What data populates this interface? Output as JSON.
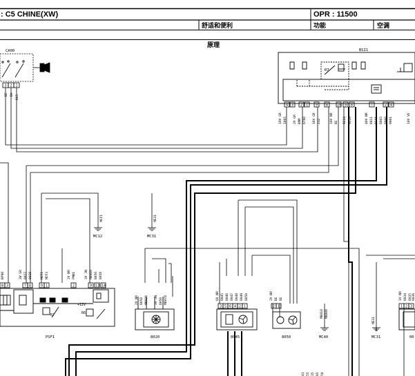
{
  "header": {
    "vehicle": ": C5 CHINE(XW)",
    "opr": "OPR : 11500",
    "category": "舒适和便利",
    "function_label": "功能",
    "function_value": "空调",
    "section": "原理"
  },
  "components": {
    "ca00": {
      "name": "CA00",
      "pins": [
        "3",
        "2",
        "1"
      ],
      "wires": [
        "BE",
        "BA",
        "B65"
      ]
    },
    "bsi1": {
      "name": "BSI1",
      "pins": [
        "4",
        "3",
        "2",
        "1",
        "9",
        "8",
        "10",
        "9",
        "8",
        "7",
        "2",
        "4"
      ],
      "wire_groups": [
        {
          "color": "10V GR",
          "codes": [
            "1065"
          ]
        },
        {
          "color": "2V GR",
          "codes": [
            "BMM",
            "6700"
          ]
        },
        {
          "color": "16V GR",
          "codes": [
            "Z12"
          ]
        },
        {
          "color": "10V NR",
          "codes": [
            "BE"
          ]
        },
        {
          "color": "",
          "codes": [
            "9224"
          ]
        },
        {
          "color": "",
          "codes": [
            "9226"
          ]
        },
        {
          "color": "40V NR",
          "codes": [
            "8011",
            "BE01",
            "8003",
            "8000",
            "9001"
          ]
        },
        {
          "color": "10V VE",
          "codes": [
            ""
          ]
        }
      ]
    },
    "mc12": {
      "name": "MC12",
      "wire": "MCF1"
    },
    "mc31_top": {
      "name": "MC31",
      "wire": "ME31"
    },
    "psf1": {
      "name": "PSF1",
      "pins": [
        "8",
        "3",
        "7",
        "8",
        "9",
        "1",
        "2",
        "9",
        "13",
        "14"
      ],
      "wire_groups": [
        {
          "color": "",
          "codes": [
            "BP98"
          ]
        },
        {
          "color": "2W GR",
          "codes": [
            "8017",
            "8018"
          ]
        },
        {
          "color": "",
          "codes": [
            "MCF1",
            "MCF3"
          ]
        },
        {
          "color": "2V NR",
          "codes": [
            "PMH1"
          ]
        },
        {
          "color": "3V JN",
          "codes": [
            "M8069",
            "8050",
            "8058"
          ]
        }
      ],
      "relay_label": "R7",
      "relay_label2": "R6",
      "voltage": "+12V"
    },
    "8020": {
      "name": "8020",
      "wire_groups": [
        {
          "color": "2V NR",
          "codes": [
            "8058",
            "M8038"
          ]
        },
        {
          "color": "3V JN",
          "codes": [
            "8050",
            "M8078"
          ]
        }
      ]
    },
    "8045": {
      "name": "8045",
      "pins": [
        "3",
        "5",
        "6",
        "4",
        "2",
        "1"
      ],
      "wire_color": "6V NR",
      "codes": [
        "8045",
        "8046",
        "8047",
        "8048",
        "8049",
        "8050"
      ]
    },
    "8050": {
      "name": "8050",
      "pins": [
        "2",
        "1"
      ],
      "wire_color": "2V NR",
      "codes": [
        "BE",
        "8E"
      ]
    },
    "mc40": {
      "name": "MC40",
      "codes": [
        "M8010",
        "M8008"
      ]
    },
    "mc31_bottom": {
      "name": "MC31",
      "codes": [
        "ME31"
      ]
    },
    "right_comp": {
      "name": "00",
      "pins": [
        "1",
        "2",
        "3"
      ],
      "wire_color": "1V NR",
      "codes": [
        "8034",
        "8035",
        "8036"
      ]
    },
    "bottom_labels": [
      "41",
      "55",
      "35",
      "65",
      "50"
    ]
  }
}
